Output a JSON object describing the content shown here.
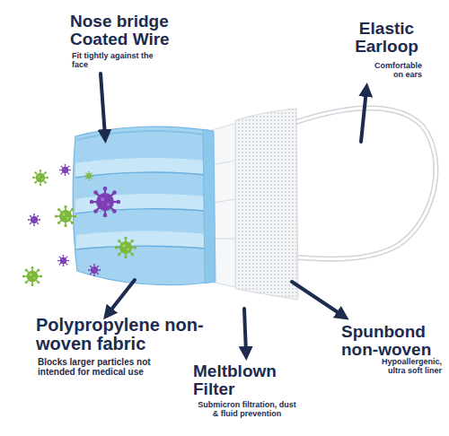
{
  "diagram": {
    "labels": [
      "Nose bridge Coated Wire",
      "Fit tightly against the face",
      "Elastic Earloop",
      "Comfortable on ears",
      "Polypropylene non-woven fabric",
      "Blocks larger particles not intended for medical use",
      "Meltblown Filter",
      "Submicron filtration, dust & fluid prevention",
      "Spunbond non-woven",
      "Hypoallergenic, ultra soft liner"
    ]
  }
}
